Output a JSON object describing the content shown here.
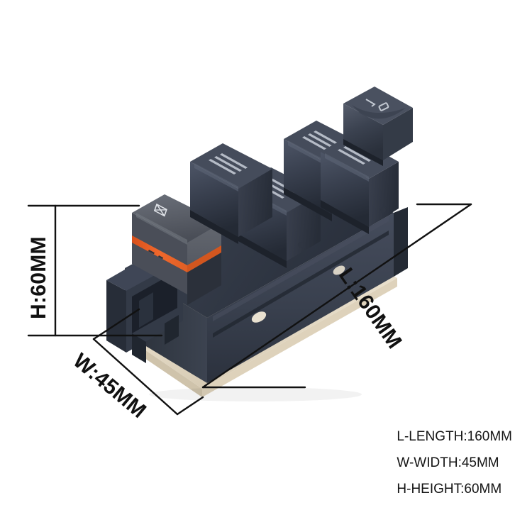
{
  "background_color": "#ffffff",
  "product": {
    "name": "car-power-window-master-switch",
    "housing_color": "#39404e",
    "housing_dark": "#252b36",
    "bezel_color": "#ede5d5",
    "rocker_color": "#3b4150",
    "lock_button_color": "#5c6068",
    "accent_color": "#e8622a",
    "highlight_color": "#8a93a6",
    "switches": [
      {
        "name": "window-lock-button",
        "label": "",
        "icon": "window-lock-icon",
        "accent": "#e8622a"
      },
      {
        "name": "window-rocker-front-left",
        "label": "",
        "icon": "rocker-grip-icon"
      },
      {
        "name": "window-rocker-front-right",
        "label": "",
        "icon": "rocker-grip-icon"
      },
      {
        "name": "window-rocker-rear-left",
        "label": "",
        "icon": "rocker-grip-icon"
      },
      {
        "name": "window-rocker-rear-right",
        "label": "",
        "icon": "rocker-grip-icon"
      },
      {
        "name": "mirror-select-switch",
        "label": "L R",
        "icon": "mirror-lr-icon"
      }
    ]
  },
  "dimensions": {
    "height_label": "H:60MM",
    "length_label": "L:160MM",
    "width_label": "W:45MM",
    "line_color": "#111111"
  },
  "legend": {
    "length": "L-LENGTH:160MM",
    "width": "W-WIDTH:45MM",
    "height": "H-HEIGHT:60MM"
  }
}
